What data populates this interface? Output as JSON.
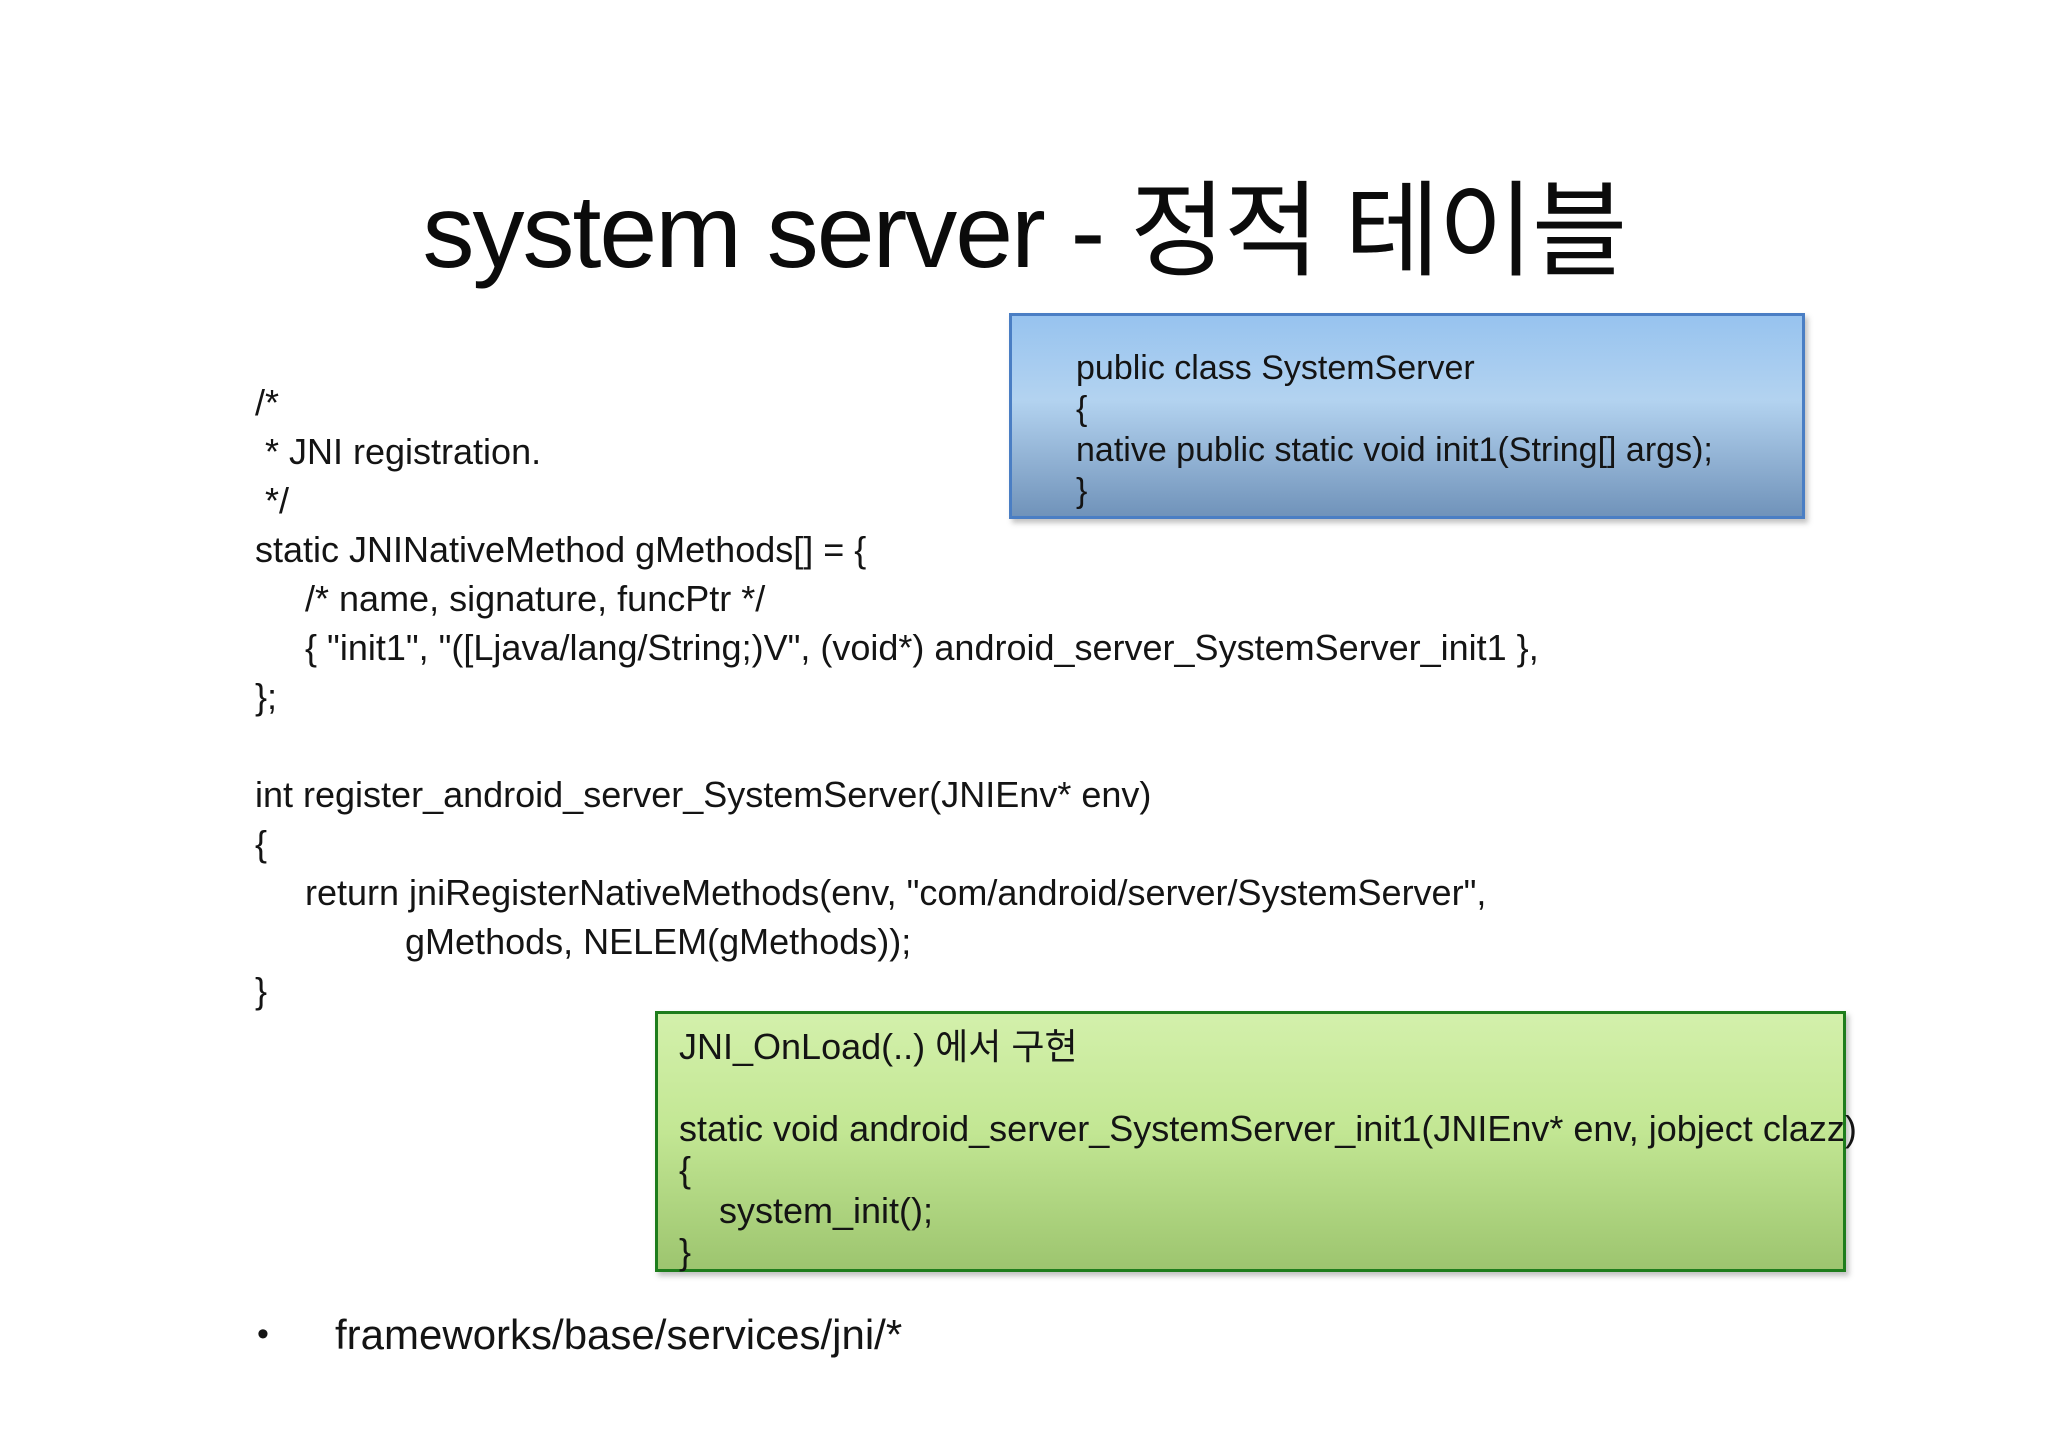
{
  "slide": {
    "title": "system server - 정적 테이블",
    "main_code": {
      "lines": [
        "/*",
        " * JNI registration.",
        " */",
        "static JNINativeMethod gMethods[] = {",
        "     /* name, signature, funcPtr */",
        "     { \"init1\", \"([Ljava/lang/String;)V\", (void*) android_server_SystemServer_init1 },",
        "};",
        "",
        "int register_android_server_SystemServer(JNIEnv* env)",
        "{",
        "     return jniRegisterNativeMethods(env, \"com/android/server/SystemServer\",",
        "               gMethods, NELEM(gMethods));",
        "}"
      ]
    },
    "blue_callout": {
      "lines": [
        "public class SystemServer",
        "{",
        "native public static void init1(String[] args);",
        "}"
      ],
      "border_color": "#4a7ec4",
      "fill_top": "#97c3ef",
      "fill_bottom": "#7093ba"
    },
    "green_callout": {
      "lines": [
        "JNI_OnLoad(..) 에서 구현",
        "",
        "static void android_server_SystemServer_init1(JNIEnv* env, jobject clazz)",
        "{",
        "    system_init();",
        "}"
      ],
      "border_color": "#1e7d1c",
      "fill_top": "#d3f0ab",
      "fill_bottom": "#9dc56f"
    },
    "bullet": {
      "marker": "•",
      "text": "frameworks/base/services/jni/*"
    },
    "colors": {
      "background": "#ffffff",
      "text": "#141414"
    }
  }
}
